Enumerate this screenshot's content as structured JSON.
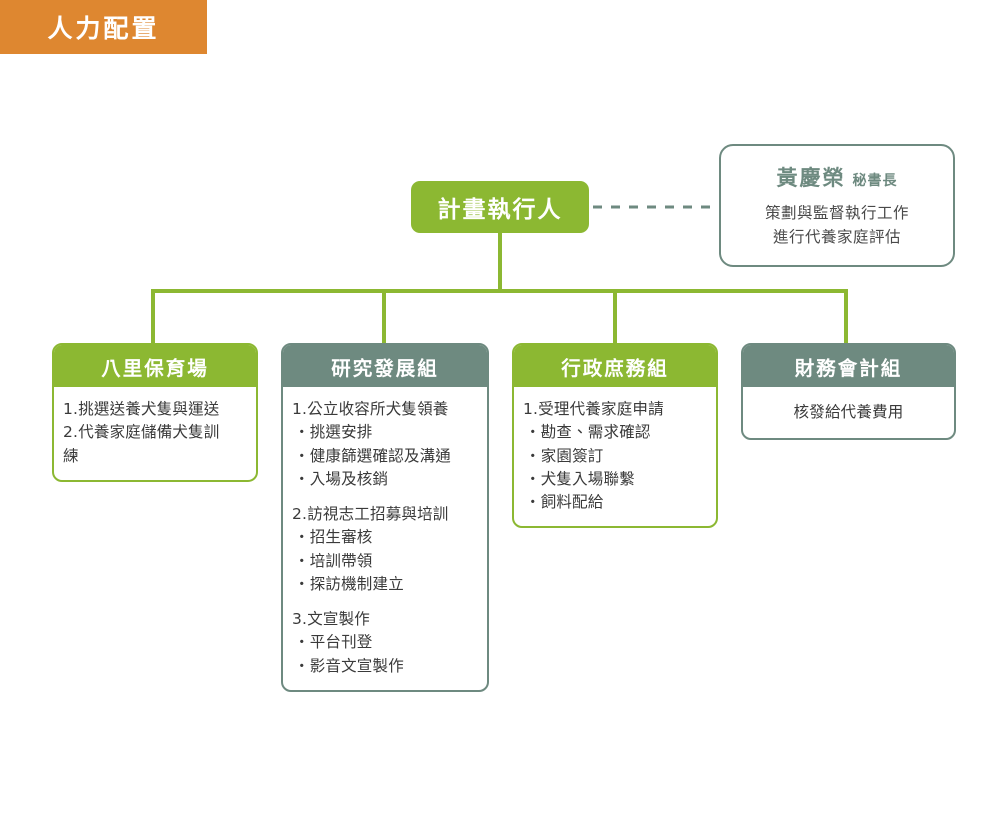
{
  "page": {
    "badge_label": "人力配置",
    "colors": {
      "orange": "#de8730",
      "green": "#8cb832",
      "teal": "#6e8a80",
      "body_text": "#3a3a3a",
      "white": "#ffffff"
    }
  },
  "executive": {
    "label": "計畫執行人"
  },
  "advisor": {
    "name": "黃慶榮",
    "title": "秘書長",
    "duties": [
      "策劃與監督執行工作",
      "進行代養家庭評估"
    ]
  },
  "connector": {
    "style": "dashed",
    "from": "executive",
    "to": "advisor"
  },
  "departments": [
    {
      "header": "八里保育場",
      "theme": "green",
      "align": "left",
      "lines": [
        {
          "text": "1.挑選送養犬隻與運送",
          "type": "numbered"
        },
        {
          "text": "2.代養家庭儲備犬隻訓",
          "type": "numbered"
        },
        {
          "text": "練",
          "type": "continuation"
        }
      ]
    },
    {
      "header": "研究發展組",
      "theme": "teal",
      "align": "left",
      "lines": [
        {
          "text": "1.公立收容所犬隻領養",
          "type": "numbered"
        },
        {
          "text": "・挑選安排",
          "type": "bullet"
        },
        {
          "text": "・健康篩選確認及溝通",
          "type": "bullet"
        },
        {
          "text": "・入場及核銷",
          "type": "bullet"
        },
        {
          "text": "",
          "type": "spacer"
        },
        {
          "text": "2.訪視志工招募與培訓",
          "type": "numbered"
        },
        {
          "text": "・招生審核",
          "type": "bullet"
        },
        {
          "text": "・培訓帶領",
          "type": "bullet"
        },
        {
          "text": "・探訪機制建立",
          "type": "bullet"
        },
        {
          "text": "",
          "type": "spacer"
        },
        {
          "text": "3.文宣製作",
          "type": "numbered"
        },
        {
          "text": "・平台刊登",
          "type": "bullet"
        },
        {
          "text": "・影音文宣製作",
          "type": "bullet"
        }
      ]
    },
    {
      "header": "行政庶務組",
      "theme": "green",
      "align": "left",
      "lines": [
        {
          "text": "1.受理代養家庭申請",
          "type": "numbered"
        },
        {
          "text": "・勘查、需求確認",
          "type": "bullet"
        },
        {
          "text": "・家園簽訂",
          "type": "bullet"
        },
        {
          "text": "・犬隻入場聯繫",
          "type": "bullet"
        },
        {
          "text": "・飼料配給",
          "type": "bullet"
        }
      ]
    },
    {
      "header": "財務會計組",
      "theme": "teal",
      "align": "center",
      "lines": [
        {
          "text": "核發給代養費用",
          "type": "plain"
        }
      ]
    }
  ]
}
